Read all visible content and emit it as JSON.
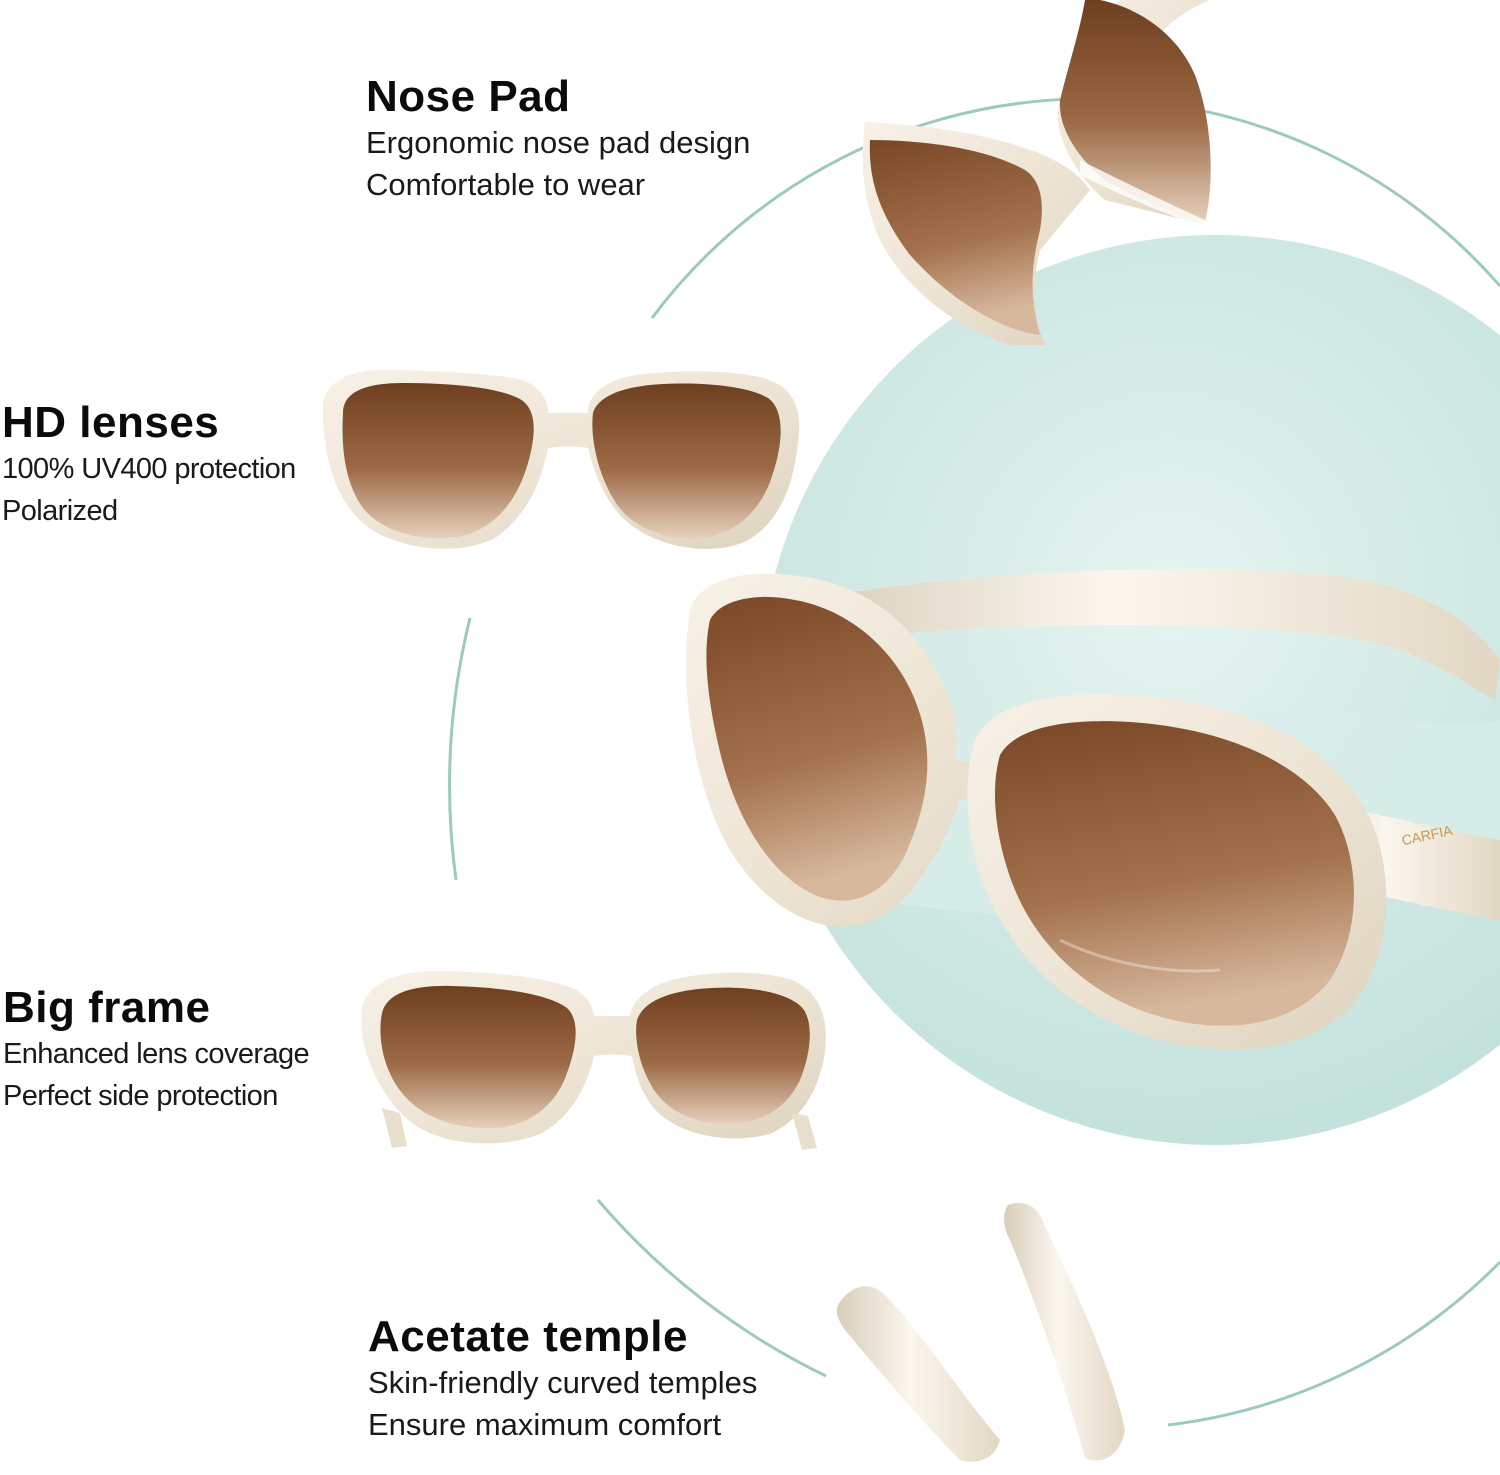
{
  "features": {
    "nose_pad": {
      "title": "Nose Pad",
      "lines": [
        "Ergonomic nose pad design",
        "Comfortable to wear"
      ]
    },
    "hd_lenses": {
      "title": "HD lenses",
      "lines": [
        "100% UV400 protection",
        "Polarized"
      ]
    },
    "big_frame": {
      "title": "Big frame",
      "lines": [
        "Enhanced lens coverage",
        "Perfect side protection"
      ]
    },
    "acetate_temple": {
      "title": "Acetate temple",
      "lines": [
        "Skin-friendly curved temples",
        "Ensure maximum comfort"
      ]
    }
  },
  "brand_logo": "CARFIA",
  "colors": {
    "frame": "#ede4d4",
    "lens_dark": "#7a4a2a",
    "lens_light": "#c9a88a",
    "arc": "#9ccabf",
    "backdrop": "#cfe8e3"
  }
}
